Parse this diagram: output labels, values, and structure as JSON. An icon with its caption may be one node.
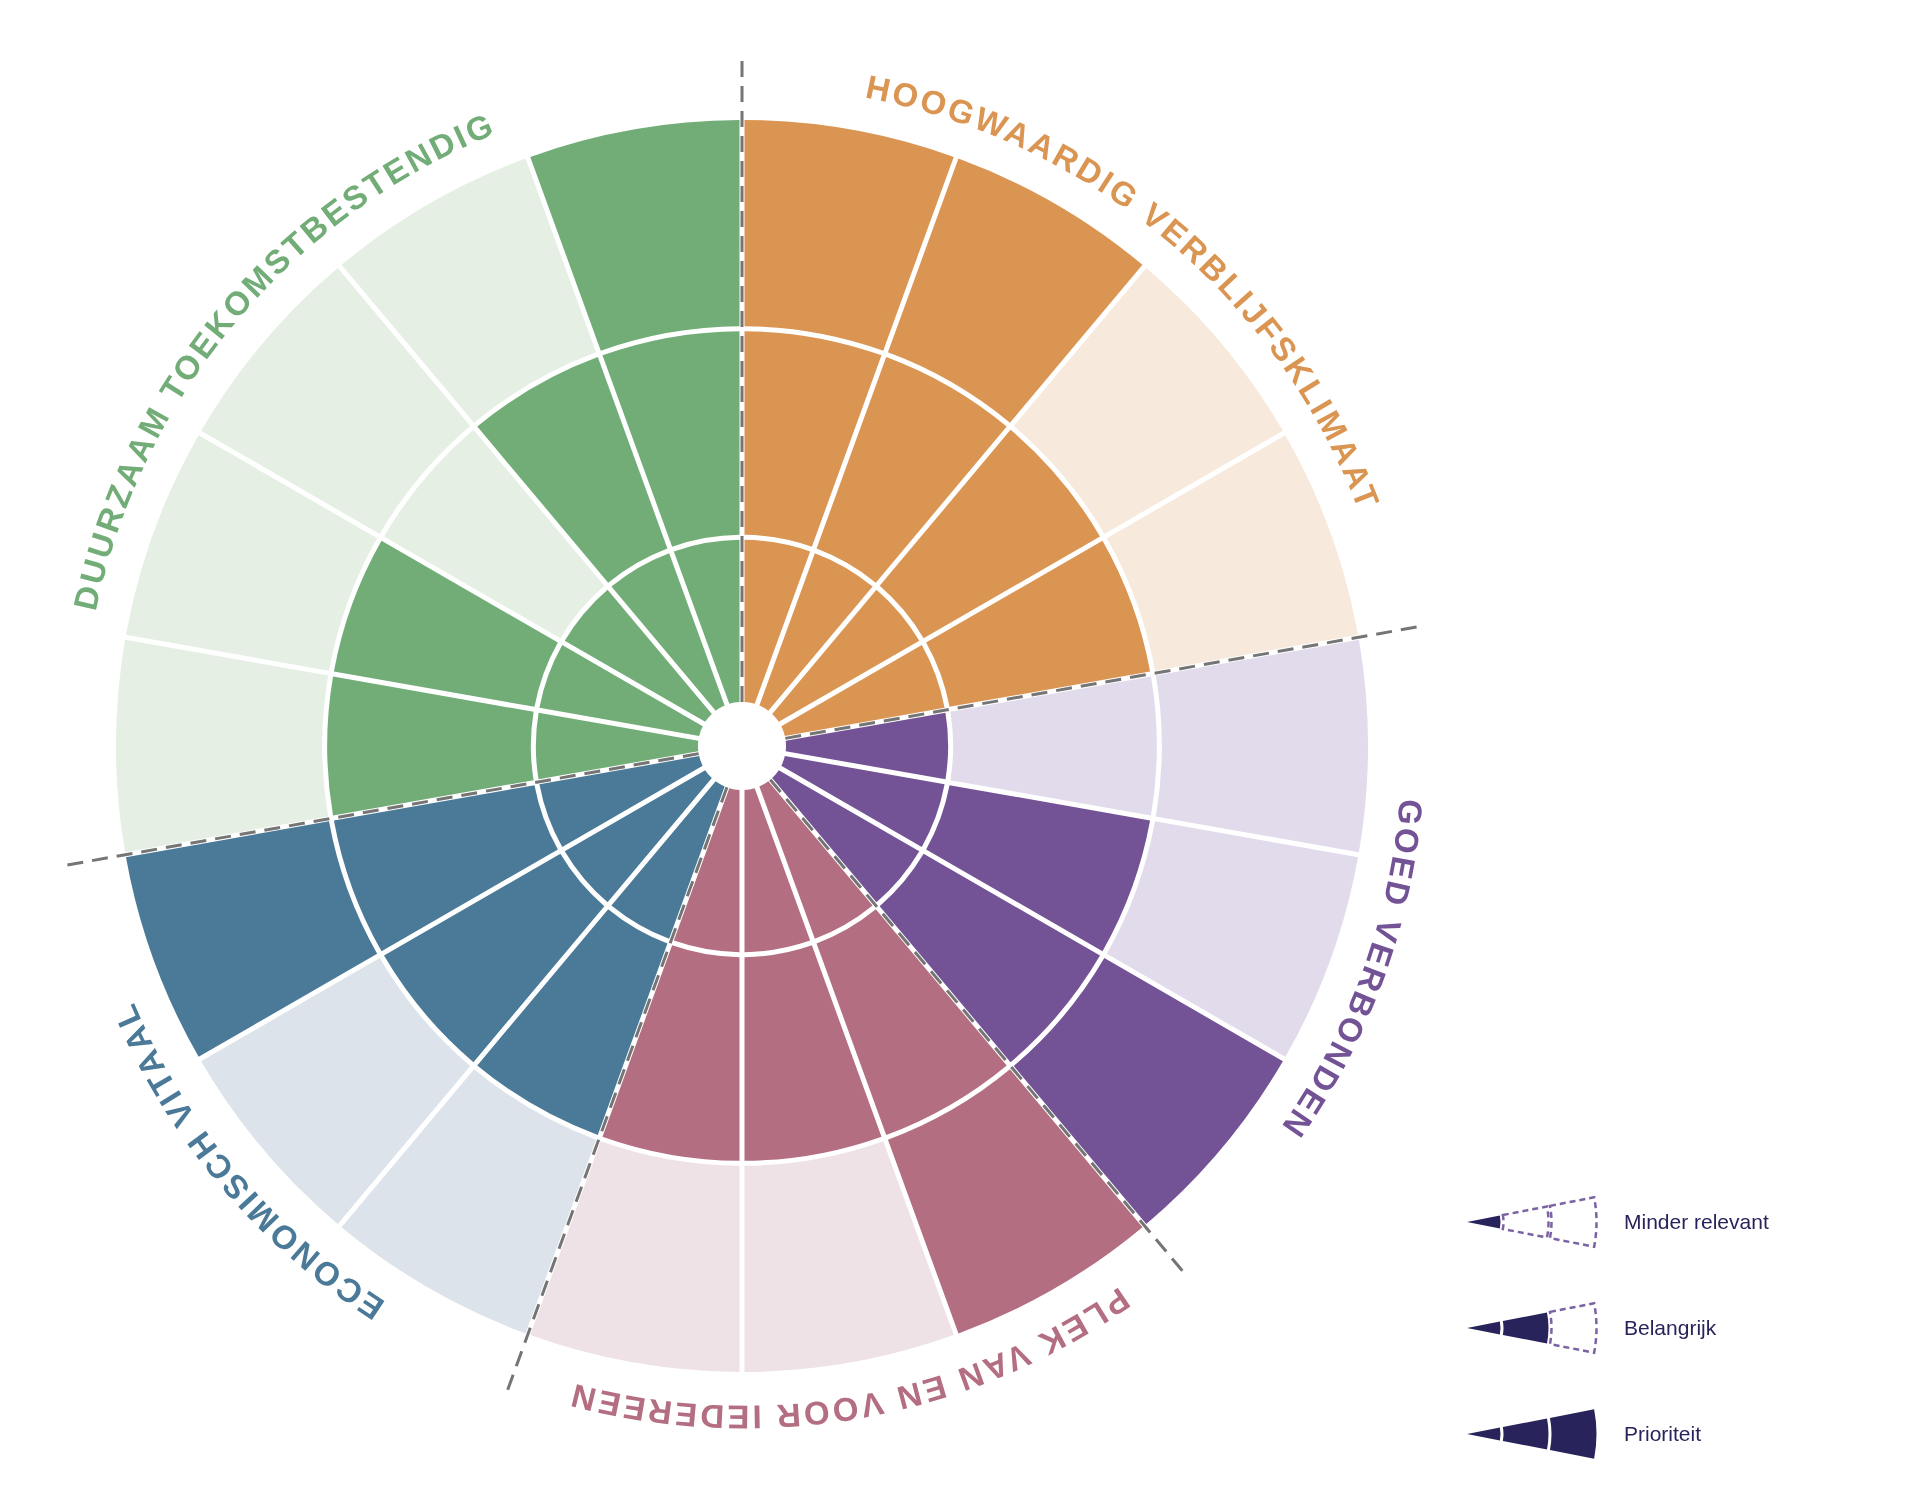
{
  "diagram": {
    "labels": [
      "HOOGWAARDIG VERBLIJFSKLIMAAT",
      "DUURZAAM TOEKOMSTBESTENDIG",
      "GOED VERBONDEN",
      "ECONOMISCH VITAAL",
      "PLEK VAN EN VOOR IEDEREEN"
    ],
    "legend": [
      {
        "text": "Minder relevant"
      },
      {
        "text": "Belangrijk"
      },
      {
        "text": "Prioriteit"
      }
    ]
  }
}
